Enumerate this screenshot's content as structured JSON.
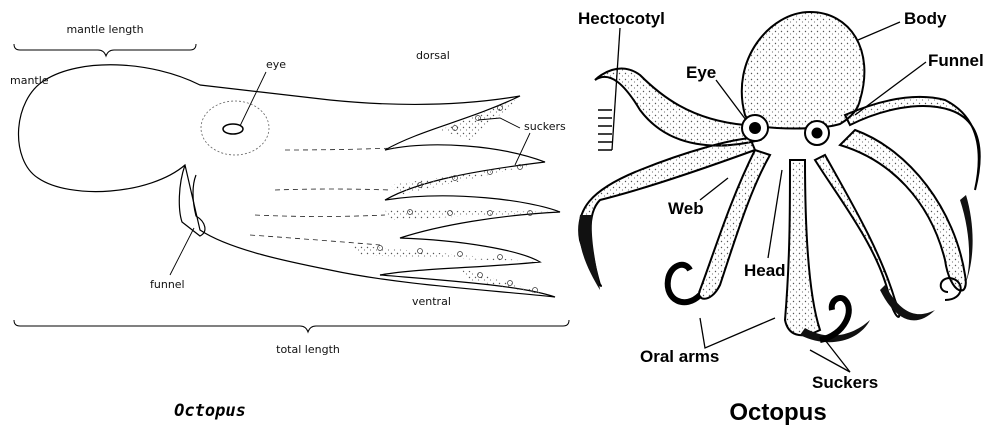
{
  "left_diagram": {
    "labels": {
      "mantle_length": "mantle length",
      "mantle": "mantle",
      "eye": "eye",
      "dorsal": "dorsal",
      "suckers": "suckers",
      "funnel": "funnel",
      "ventral": "ventral",
      "total_length": "total length"
    },
    "caption": "Octopus"
  },
  "right_diagram": {
    "labels": {
      "hectocotyl": "Hectocotyl",
      "eye": "Eye",
      "body": "Body",
      "funnel": "Funnel",
      "web": "Web",
      "head": "Head",
      "oral_arms": "Oral arms",
      "suckers": "Suckers"
    },
    "caption": "Octopus"
  }
}
